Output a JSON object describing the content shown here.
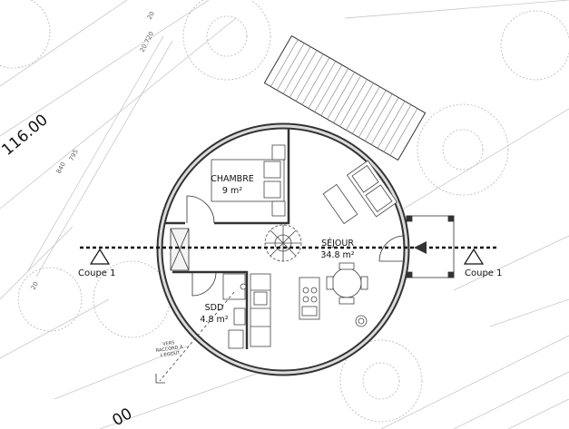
{
  "plan": {
    "rooms": [
      {
        "name": "CHAMBRE",
        "area": "9 m²"
      },
      {
        "name": "SÉJOUR",
        "area": "34.8 m²"
      },
      {
        "name": "SDD",
        "area": "4.8 m²"
      }
    ],
    "section_labels": [
      "Coupe 1",
      "Coupe 1"
    ],
    "elevation_labels": [
      "116.00",
      "00"
    ],
    "dimension_labels": [
      "840",
      "795",
      "20",
      "20.720",
      "20"
    ],
    "sewer_note": [
      "VERS",
      "RACCORD À",
      "L'ÉGOUT"
    ]
  }
}
